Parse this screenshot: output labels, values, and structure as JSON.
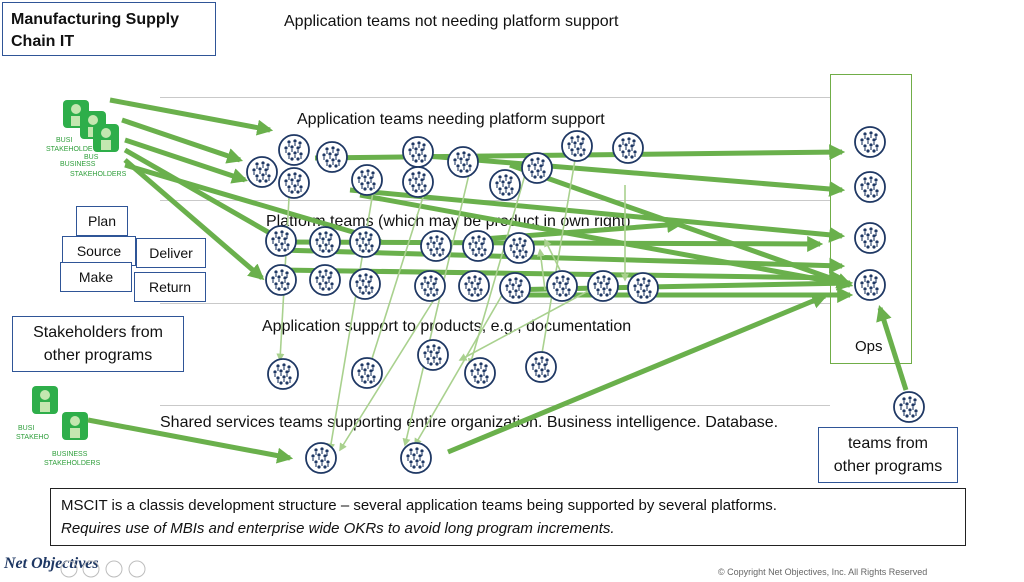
{
  "title": "Manufacturing Supply Chain IT",
  "bands": {
    "not_needing": "Application teams not needing platform support",
    "needing": "Application teams needing platform support",
    "platform": "Platform teams (which may be product in own right)",
    "app_support": "Application support to products, e.g., documentation",
    "shared": "Shared services teams supporting entire organization. Business intelligence. Database."
  },
  "steps": {
    "plan": "Plan",
    "source": "Source",
    "deliver": "Deliver",
    "make": "Make",
    "return": "Return"
  },
  "stakeholders_label": "BUSINESS STAKEHOLDERS",
  "stake_partial_1": "BUSI",
  "stake_partial_2": "BUS",
  "stake_partial_3": "STAKEHOLDE",
  "stake_partial_4": "BUSINESS",
  "stake_partial_5": "STAKEHOLDERS",
  "stake_partial_6": "BUSI",
  "stake_partial_7": "STAKEHO",
  "other_stakeholders": "Stakeholders from other programs",
  "ops_label": "Ops",
  "teams_other": "teams from other programs",
  "note": {
    "line1": "MSCIT is a classis development structure – several application teams being supported by several platforms.",
    "line2": "Requires use of MBIs and enterprise wide OKRs to avoid long program increments."
  },
  "logo_text": "Net Objectives",
  "copyright": "© Copyright Net Objectives, Inc. All Rights Reserved",
  "colors": {
    "accent_green": "#6ab04c",
    "light_green": "#a9d18e",
    "box_border": "#2f5597",
    "team_icon": "#1f3864"
  }
}
